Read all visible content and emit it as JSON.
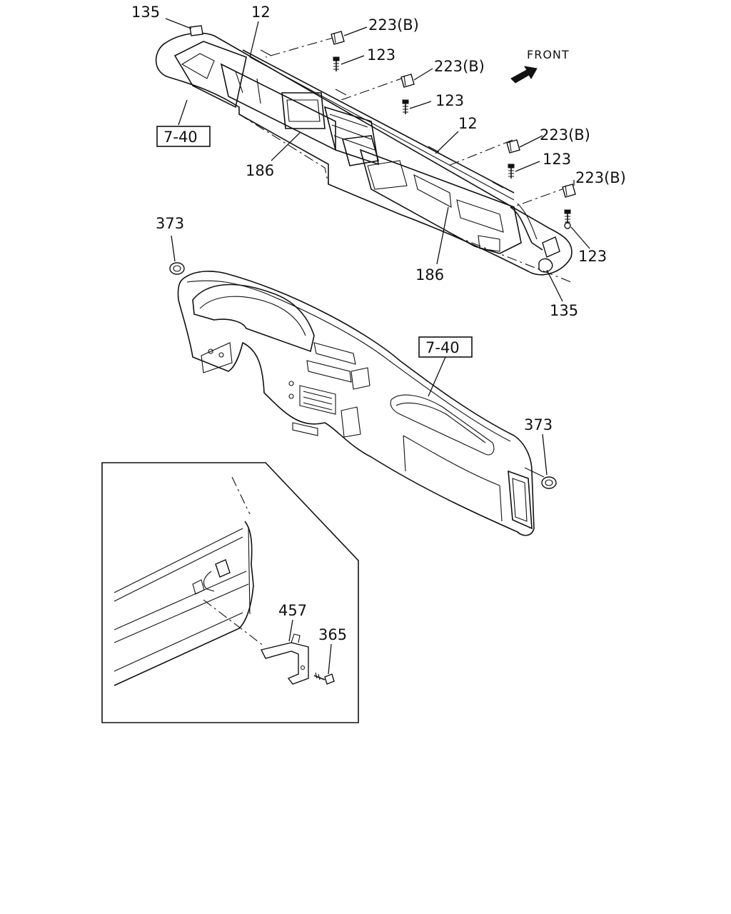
{
  "front_label": "FRONT",
  "callouts": {
    "c135_top": "135",
    "c12_top": "12",
    "c223b_1": "223(B)",
    "c123_1": "123",
    "c223b_2": "223(B)",
    "c123_2": "123",
    "c12_mid": "12",
    "c223b_3": "223(B)",
    "c123_3": "123",
    "c223b_4": "223(B)",
    "c123_4": "123",
    "c135_bottom": "135",
    "c186_left": "186",
    "c186_right": "186",
    "ref_740_top": "7-40",
    "ref_740_mid": "7-40",
    "c373_left": "373",
    "c373_right": "373",
    "c457": "457",
    "c365": "365"
  },
  "icons": [
    "front-arrow-icon"
  ]
}
